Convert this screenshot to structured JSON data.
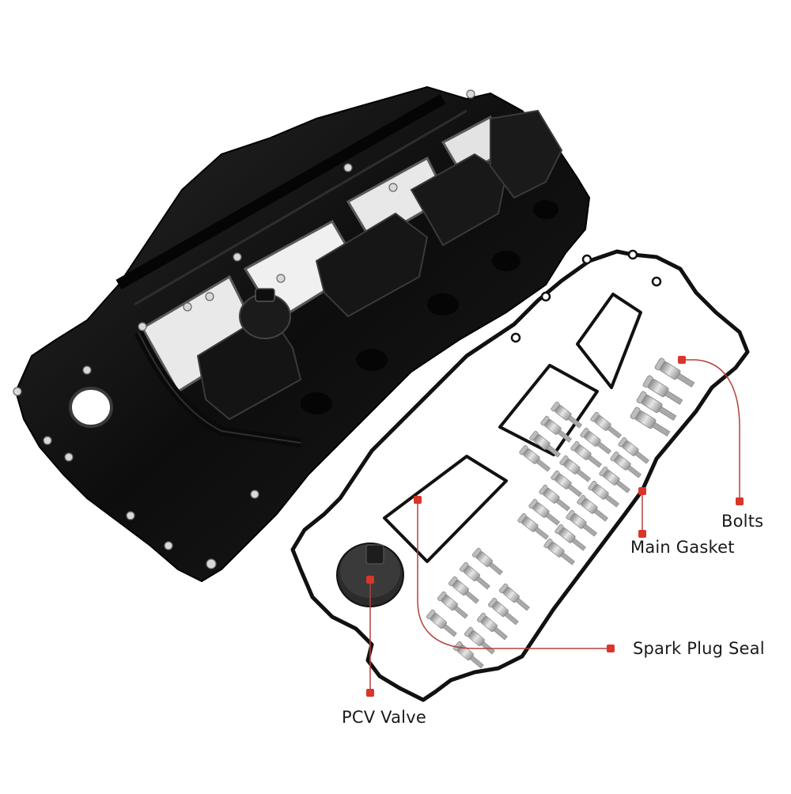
{
  "image": {
    "subject": "Engine valve cover kit with gasket set, PCV valve and bolts",
    "background_color": "#ffffff",
    "accent_color": "#d9362b",
    "callout_line_color": "#b5403a",
    "part_color": "#111111"
  },
  "callouts": [
    {
      "id": "bolts",
      "label": "Bolts"
    },
    {
      "id": "main-gasket",
      "label": "Main Gasket"
    },
    {
      "id": "spark-plug-seal",
      "label": "Spark Plug Seal"
    },
    {
      "id": "pcv-valve",
      "label": "PCV Valve"
    }
  ],
  "parts": {
    "valve_cover": "valve-cover",
    "main_gasket": "main-gasket",
    "spark_plug_seals": 3,
    "pcv_valve": "pcv-valve-cap",
    "bolt_groups": [
      {
        "name": "long-bolts",
        "count": 4
      },
      {
        "name": "medium-bolts",
        "count": 20
      },
      {
        "name": "short-bolts",
        "count": 10
      }
    ]
  }
}
